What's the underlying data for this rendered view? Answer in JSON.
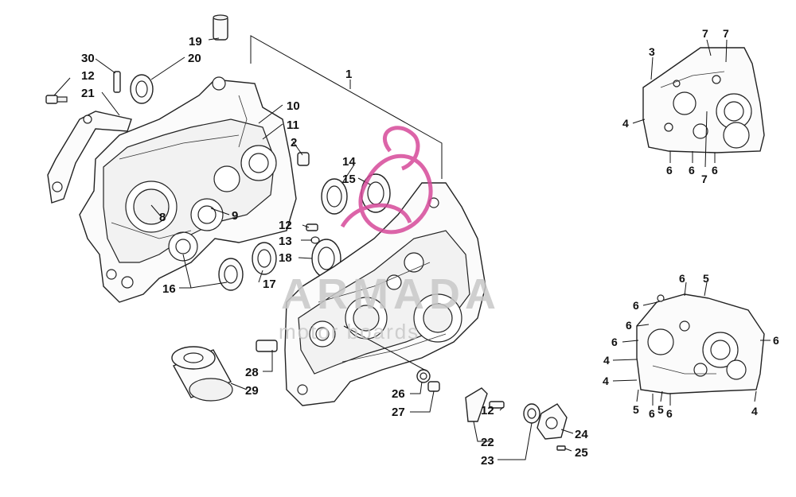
{
  "diagram": {
    "callouts": {
      "c1": "1",
      "c2": "2",
      "c3": "3",
      "c4a": "4",
      "c4b": "4",
      "c4c": "4",
      "c4d": "4",
      "c5a": "5",
      "c5b": "5",
      "c5c": "5",
      "c6a": "6",
      "c6b": "6",
      "c6c": "6",
      "c6d": "6",
      "c6e": "6",
      "c6f": "6",
      "c6g": "6",
      "c6h": "6",
      "c6i": "6",
      "c6j": "6",
      "c7a": "7",
      "c7b": "7",
      "c7c": "7",
      "c8": "8",
      "c9": "9",
      "c10": "10",
      "c11": "11",
      "c12a": "12",
      "c12b": "12",
      "c12c": "12",
      "c13": "13",
      "c14": "14",
      "c15": "15",
      "c16": "16",
      "c17": "17",
      "c18": "18",
      "c19": "19",
      "c20": "20",
      "c21": "21",
      "c22": "22",
      "c23": "23",
      "c24": "24",
      "c25": "25",
      "c26": "26",
      "c27": "27",
      "c28": "28",
      "c29": "29",
      "c30": "30"
    },
    "watermark": {
      "title": "ARMADA",
      "subtitle": "motor boards",
      "color": "#c8c8c8",
      "accent": "#d64a9a"
    }
  }
}
